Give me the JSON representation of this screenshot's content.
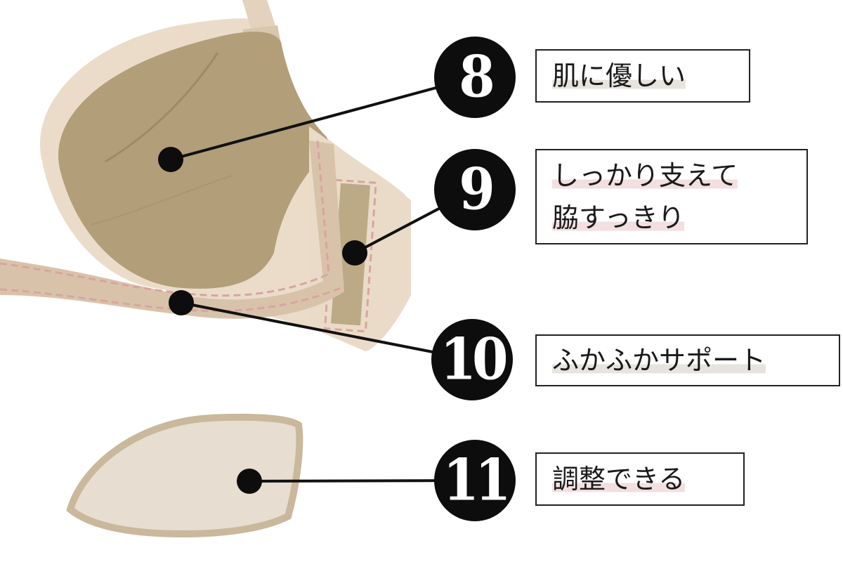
{
  "callouts": [
    {
      "number": "8",
      "lines": [
        "肌に優しい"
      ]
    },
    {
      "number": "9",
      "lines": [
        "しっかり支えて",
        "脇すっきり"
      ]
    },
    {
      "number": "10",
      "lines": [
        "ふかふかサポート"
      ]
    },
    {
      "number": "11",
      "lines": [
        "調整できる"
      ]
    }
  ],
  "colors": {
    "fabric_dark": "#b09c78",
    "fabric_light": "#e8d8c4",
    "stitch_pink": "#d9a4a0",
    "badge": "#0d0d0d"
  }
}
